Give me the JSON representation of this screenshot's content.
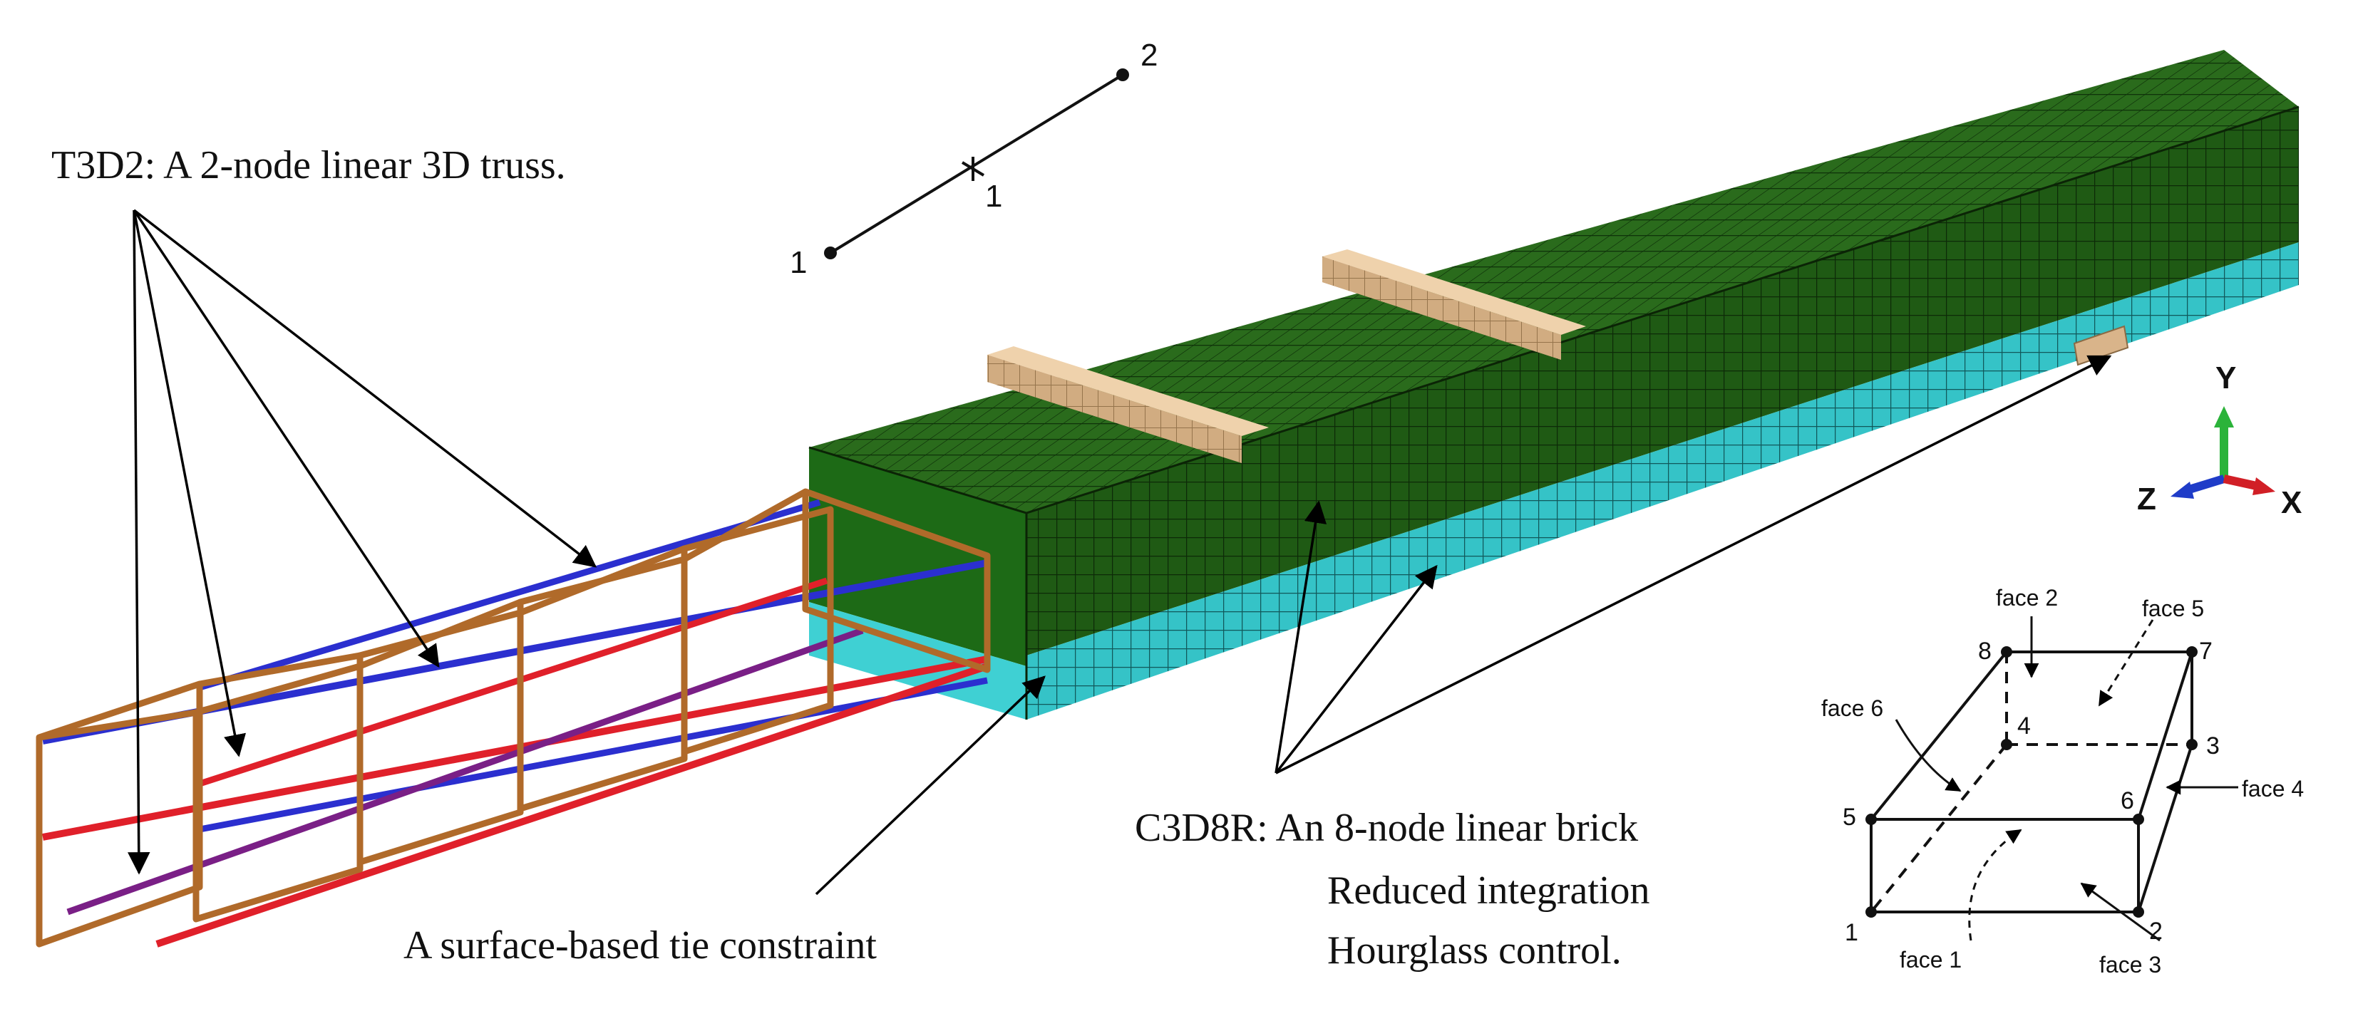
{
  "labels": {
    "truss_title": "T3D2:  A 2-node linear 3D truss.",
    "tie_constraint": "A surface-based tie constraint",
    "brick_line1": "C3D8R:  An 8-node linear brick",
    "brick_line2": "Reduced integration",
    "brick_line3": "Hourglass control."
  },
  "truss_element_diagram": {
    "node_start": "1",
    "node_end": "2",
    "integration_point": "1"
  },
  "triad": {
    "y_label": "Y",
    "z_label": "Z",
    "x_label": "X"
  },
  "brick_element_diagram": {
    "nodes": [
      "1",
      "2",
      "3",
      "4",
      "5",
      "6",
      "7",
      "8"
    ],
    "faces": [
      "face 1",
      "face 2",
      "face 3",
      "face 4",
      "face 5",
      "face 6"
    ]
  },
  "colors": {
    "concrete": "#1f5a14",
    "concrete_dark": "#143f0d",
    "cover_layer": "#35c3c7",
    "support_plate": "#d9b48a",
    "longitudinal_top": "#2b2fcf",
    "longitudinal_mid": "#e0202a",
    "longitudinal_bottom": "#7a1f86",
    "stirrup": "#b06a2a",
    "triad_y": "#2bb33a",
    "triad_z": "#1f3cc8",
    "triad_x": "#d11f26"
  }
}
